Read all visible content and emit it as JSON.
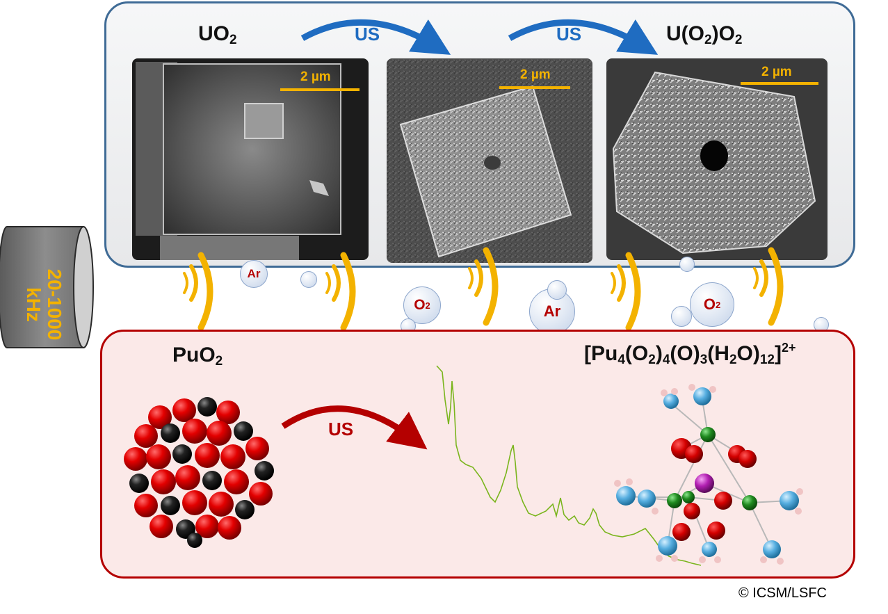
{
  "top": {
    "left_label": "UO",
    "left_label_sub": "2",
    "right_label_a": "U(O",
    "right_label_sub1": "2",
    "right_label_b": ")O",
    "right_label_sub2": "2",
    "arrow1_label": "US",
    "arrow2_label": "US",
    "scale_bars": [
      "2 µm",
      "2 µm",
      "2 µm"
    ]
  },
  "bottom": {
    "left_label": "PuO",
    "left_label_sub": "2",
    "arrow_label": "US",
    "complex_formula": {
      "p1": "[Pu",
      "s1": "4",
      "p2": "(O",
      "s2": "2",
      "p3": ")",
      "s3": "4",
      "p4": "(O)",
      "s4": "3",
      "p5": "(H",
      "s5": "2",
      "p6": "O)",
      "s6": "12",
      "p7": "]",
      "sup": "2+"
    }
  },
  "generator": {
    "line1": "20-1000",
    "line2": "kHz"
  },
  "bubbles": {
    "ar1": "Ar",
    "ar2": "Ar",
    "o2_1": "O",
    "o2_1_sub": "2",
    "o2_2": "O",
    "o2_2_sub": "2"
  },
  "copyright": "© ICSM/LSFC",
  "colors": {
    "top_border": "#3f6b96",
    "bottom_border": "#b40000",
    "us_blue": "#1f6cc1",
    "us_red": "#b40000",
    "wave_gold": "#f3b200",
    "spectrum_green": "#7ab51d"
  }
}
